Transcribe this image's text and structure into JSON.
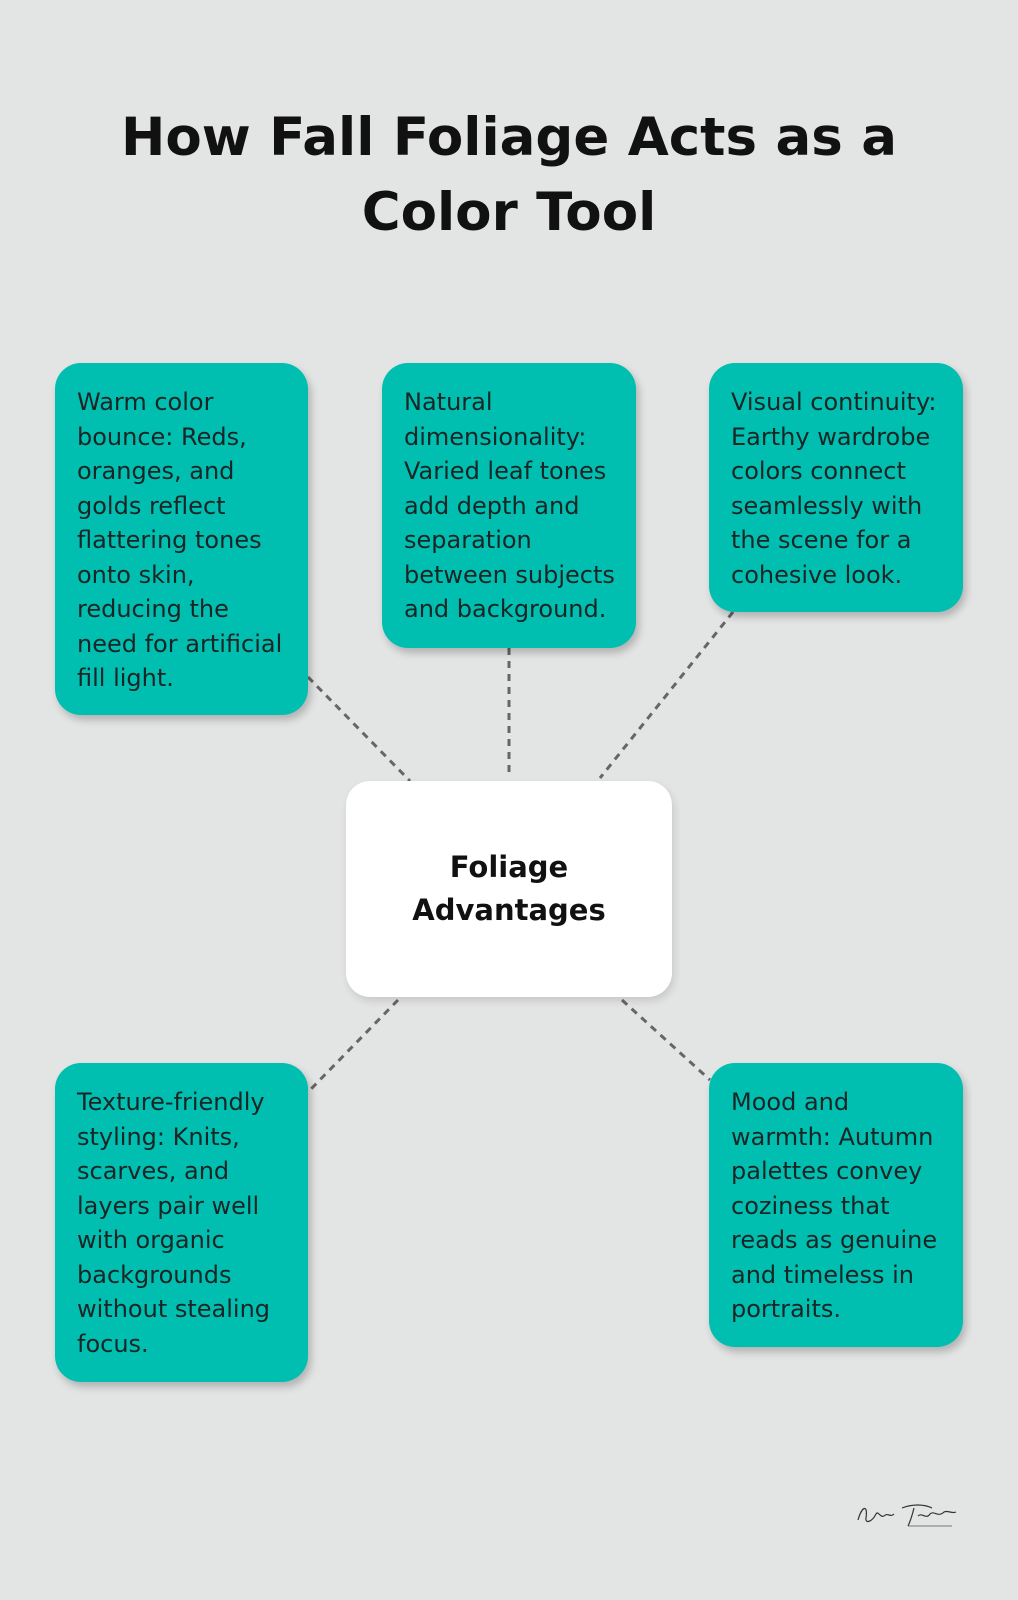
{
  "title": "How Fall Foliage Acts as a Color Tool",
  "center": {
    "label": "Foliage Advantages"
  },
  "cards": [
    {
      "text": "Warm color bounce: Reds, oranges, and golds reflect flattering tones onto skin, reducing the need for artificial fill light."
    },
    {
      "text": "Natural dimensionality: Varied leaf tones add depth and separation between subjects and background."
    },
    {
      "text": "Visual continuity: Earthy wardrobe colors connect seamlessly with the scene for a cohesive look."
    },
    {
      "text": "Texture-friendly styling: Knits, scarves, and layers pair well with organic backgrounds without stealing focus."
    },
    {
      "text": "Mood and warmth: Autumn palettes convey coziness that reads as genuine and timeless in portraits."
    }
  ],
  "signature": {
    "text": "Kelly Taroski"
  },
  "colors": {
    "background": "#e3e4e4",
    "card": "#00bfb0",
    "center": "#ffffff",
    "connector": "#666666"
  }
}
